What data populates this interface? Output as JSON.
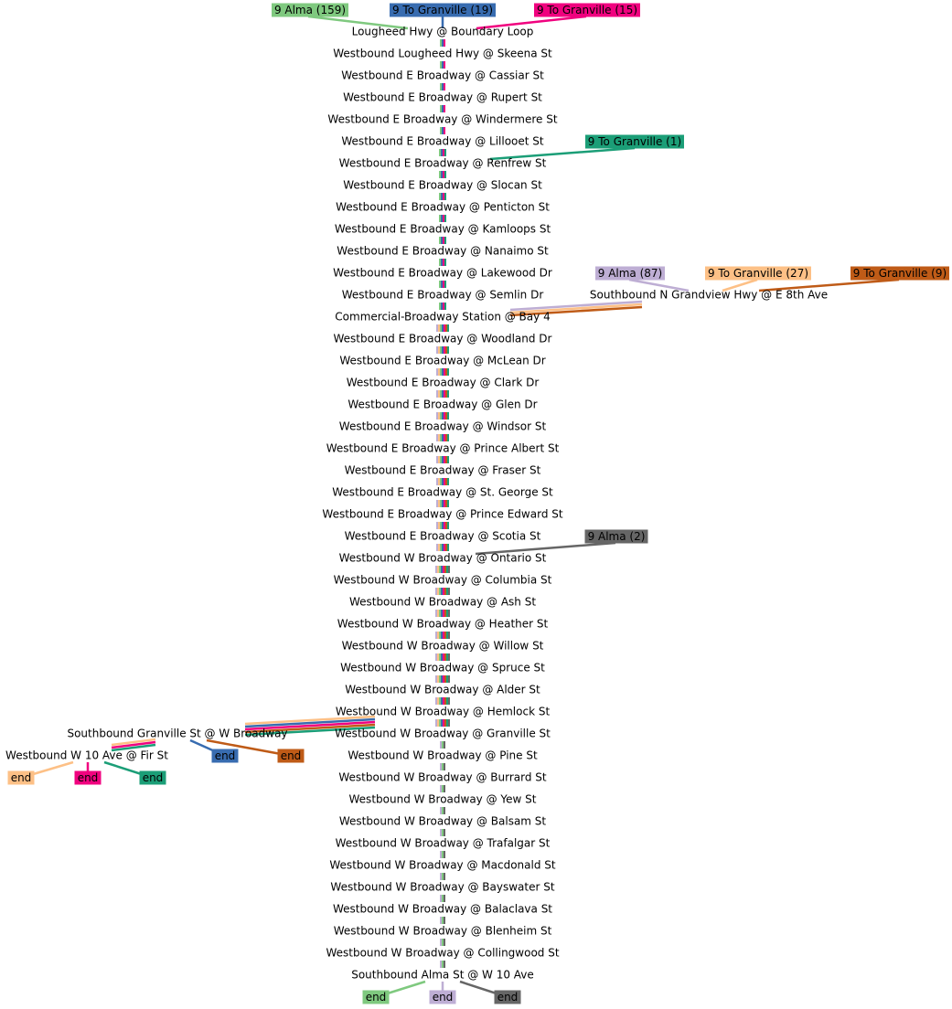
{
  "colors": {
    "alma": "#7fc97f",
    "tog19": "#386cb0",
    "tog15": "#f0027f",
    "tog1": "#1b9e77",
    "alma87": "#beaed4",
    "tog27": "#fdc086",
    "tog9": "#bf5b17",
    "alma2": "#666666"
  },
  "stops": [
    "Lougheed Hwy @ Boundary Loop",
    "Westbound Lougheed Hwy @ Skeena St",
    "Westbound E Broadway @ Cassiar St",
    "Westbound E Broadway @ Rupert St",
    "Westbound E Broadway @ Windermere St",
    "Westbound E Broadway @ Lillooet St",
    "Westbound E Broadway @ Renfrew St",
    "Westbound E Broadway @ Slocan St",
    "Westbound E Broadway @ Penticton St",
    "Westbound E Broadway @ Kamloops St",
    "Westbound E Broadway @ Nanaimo St",
    "Westbound E Broadway @ Lakewood Dr",
    "Westbound E Broadway @ Semlin Dr",
    "Commercial-Broadway Station @ Bay 4",
    "Westbound E Broadway @ Woodland Dr",
    "Westbound E Broadway @ McLean Dr",
    "Westbound E Broadway @ Clark Dr",
    "Westbound E Broadway @ Glen Dr",
    "Westbound E Broadway @ Windsor St",
    "Westbound E Broadway @ Prince Albert St",
    "Westbound E Broadway @ Fraser St",
    "Westbound E Broadway @ St. George St",
    "Westbound E Broadway @ Prince Edward St",
    "Westbound E Broadway @ Scotia St",
    "Westbound W Broadway @ Ontario St",
    "Westbound W Broadway @ Columbia St",
    "Westbound W Broadway @ Ash St",
    "Westbound W Broadway @ Heather St",
    "Westbound W Broadway @ Willow St",
    "Westbound W Broadway @ Spruce St",
    "Westbound W Broadway @ Alder St",
    "Westbound W Broadway @ Hemlock St",
    "Westbound W Broadway @ Granville St",
    "Westbound W Broadway @ Pine St",
    "Westbound W Broadway @ Burrard St",
    "Westbound W Broadway @ Yew St",
    "Westbound W Broadway @ Balsam St",
    "Westbound W Broadway @ Trafalgar St",
    "Westbound W Broadway @ Macdonald St",
    "Westbound W Broadway @ Bayswater St",
    "Westbound W Broadway @ Balaclava St",
    "Westbound W Broadway @ Blenheim St",
    "Westbound W Broadway @ Collingwood St",
    "Southbound Alma St @ W 10 Ave"
  ],
  "side_stops": {
    "grandview": "Southbound N Grandview Hwy @ E 8th Ave",
    "granville": "Southbound Granville St @ W Broadway",
    "fir": "Westbound W 10 Ave @ Fir St"
  },
  "start_badges": [
    {
      "id": "alma159",
      "label": "9 Alma (159)",
      "color": "#7fc97f",
      "text": "#000000"
    },
    {
      "id": "tog19",
      "label": "9 To Granville (19)",
      "color": "#386cb0",
      "text": "#000000"
    },
    {
      "id": "tog15",
      "label": "9 To Granville (15)",
      "color": "#f0027f",
      "text": "#000000"
    },
    {
      "id": "tog1",
      "label": "9 To Granville (1)",
      "color": "#1b9e77",
      "text": "#000000"
    },
    {
      "id": "alma87",
      "label": "9 Alma (87)",
      "color": "#beaed4",
      "text": "#000000"
    },
    {
      "id": "tog27",
      "label": "9 To Granville (27)",
      "color": "#fdc086",
      "text": "#000000"
    },
    {
      "id": "tog9",
      "label": "9 To Granville (9)",
      "color": "#bf5b17",
      "text": "#000000"
    },
    {
      "id": "alma2",
      "label": "9 Alma (2)",
      "color": "#666666",
      "text": "#000000"
    }
  ],
  "end_badges": [
    {
      "id": "end-tog19",
      "label": "end",
      "color": "#386cb0"
    },
    {
      "id": "end-tog9",
      "label": "end",
      "color": "#bf5b17"
    },
    {
      "id": "end-tog27",
      "label": "end",
      "color": "#fdc086"
    },
    {
      "id": "end-tog15",
      "label": "end",
      "color": "#f0027f"
    },
    {
      "id": "end-tog1",
      "label": "end",
      "color": "#1b9e77"
    },
    {
      "id": "end-alma159",
      "label": "end",
      "color": "#7fc97f"
    },
    {
      "id": "end-alma87",
      "label": "end",
      "color": "#beaed4"
    },
    {
      "id": "end-alma2",
      "label": "end",
      "color": "#666666"
    }
  ]
}
